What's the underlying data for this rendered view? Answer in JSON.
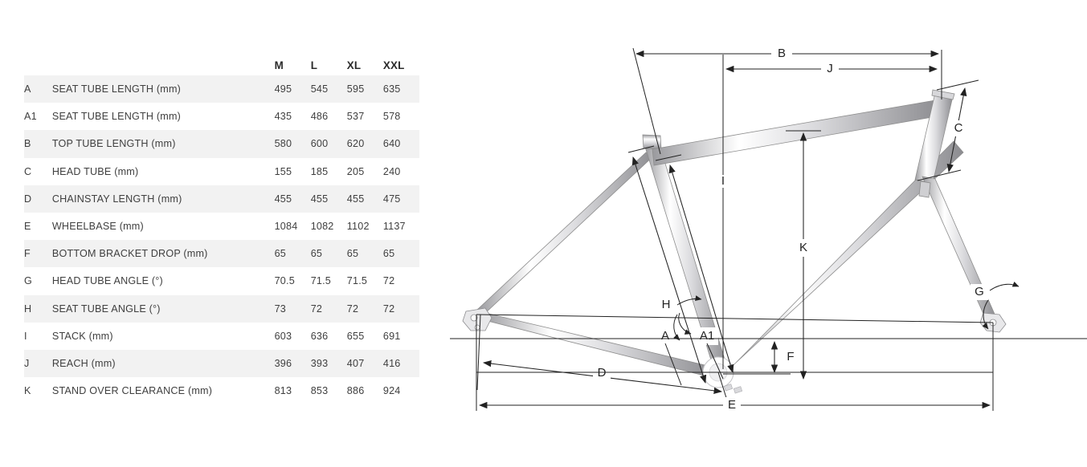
{
  "table": {
    "headers": [
      "",
      "",
      "M",
      "L",
      "XL",
      "XXL"
    ],
    "size_headers": [
      "M",
      "L",
      "XL",
      "XXL"
    ],
    "rows": [
      {
        "code": "A",
        "name": "SEAT TUBE LENGTH (mm)",
        "values": [
          "495",
          "545",
          "595",
          "635"
        ]
      },
      {
        "code": "A1",
        "name": "SEAT TUBE LENGTH (mm)",
        "values": [
          "435",
          "486",
          "537",
          "578"
        ]
      },
      {
        "code": "B",
        "name": "TOP TUBE LENGTH (mm)",
        "values": [
          "580",
          "600",
          "620",
          "640"
        ]
      },
      {
        "code": "C",
        "name": "HEAD TUBE (mm)",
        "values": [
          "155",
          "185",
          "205",
          "240"
        ]
      },
      {
        "code": "D",
        "name": "CHAINSTAY LENGTH (mm)",
        "values": [
          "455",
          "455",
          "455",
          "475"
        ]
      },
      {
        "code": "E",
        "name": "WHEELBASE (mm)",
        "values": [
          "1084",
          "1082",
          "1102",
          "1137"
        ]
      },
      {
        "code": "F",
        "name": "BOTTOM BRACKET DROP (mm)",
        "values": [
          "65",
          "65",
          "65",
          "65"
        ]
      },
      {
        "code": "G",
        "name": "HEAD TUBE ANGLE (°)",
        "values": [
          "70.5",
          "71.5",
          "71.5",
          "72"
        ]
      },
      {
        "code": "H",
        "name": "SEAT TUBE ANGLE (°)",
        "values": [
          "73",
          "72",
          "72",
          "72"
        ]
      },
      {
        "code": "I",
        "name": "STACK (mm)",
        "values": [
          "603",
          "636",
          "655",
          "691"
        ]
      },
      {
        "code": "J",
        "name": "REACH (mm)",
        "values": [
          "396",
          "393",
          "407",
          "416"
        ]
      },
      {
        "code": "K",
        "name": "STAND OVER CLEARANCE (mm)",
        "values": [
          "813",
          "853",
          "886",
          "924"
        ]
      }
    ]
  },
  "diagram": {
    "title": "bicycle-frame-geometry-drawing",
    "labels": {
      "A": "A",
      "A1": "A1",
      "B": "B",
      "C": "C",
      "D": "D",
      "E": "E",
      "F": "F",
      "G": "G",
      "H": "H",
      "I": "I",
      "J": "J",
      "K": "K"
    }
  },
  "colors": {
    "stripe": "#f2f2f2",
    "text": "#3f3f3f",
    "header_text": "#2b2b2b",
    "line": "#222222",
    "tube_light": "#f2f2f2",
    "tube_mid": "#b9b9bc",
    "tube_dark": "#8d8d90"
  }
}
